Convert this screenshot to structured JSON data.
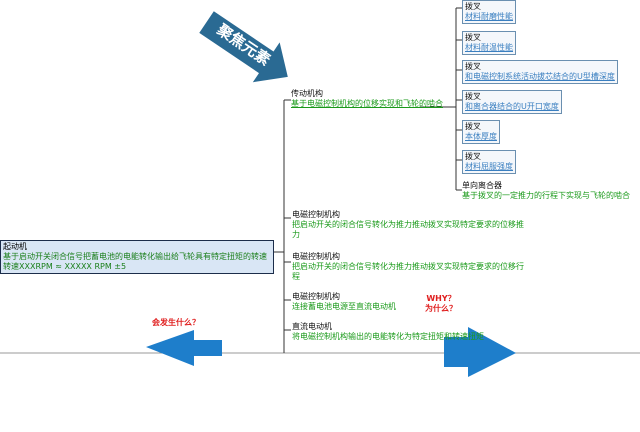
{
  "colors": {
    "arrow_blue": "#1e7ecb",
    "focus_arrow": "#2a6a93",
    "desc_green": "#1a9a1a",
    "link_blue": "#3a7fc0",
    "question_red": "#e02020"
  },
  "focus_label": "聚焦元素",
  "root": {
    "title": "起动机",
    "desc": "基于启动开关闭合信号把蓄电池的电能转化输出给飞轮具有特定扭矩的转速",
    "spec": "转速XXXRPM ≈ XXXXX RPM ±5"
  },
  "transmission": {
    "title": "传动机构",
    "desc": "基于电磁控制机构的位移实现和飞轮的啮合"
  },
  "fork_items": [
    {
      "title": "拨叉",
      "desc": "材料耐磨性能"
    },
    {
      "title": "拨叉",
      "desc": "材料耐温性能"
    },
    {
      "title": "拨叉",
      "desc": "和电磁控制系统活动拔芯结合的U型槽深度"
    },
    {
      "title": "拨叉",
      "desc": "和离合器结合的U开口宽度"
    },
    {
      "title": "拨叉",
      "desc": "本体厚度"
    },
    {
      "title": "拨叉",
      "desc": "材料屈服强度"
    }
  ],
  "clutch": {
    "title": "单向离合器",
    "desc": "基于拨叉的一定推力的行程下实现与飞轮的啮合"
  },
  "control_items": [
    {
      "title": "电磁控制机构",
      "desc": "把启动开关的闭合信号转化为推力推动拨叉实现特定要求的位移推力"
    },
    {
      "title": "电磁控制机构",
      "desc": "把启动开关的闭合信号转化为推力推动拨叉实现特定要求的位移行程"
    },
    {
      "title": "电磁控制机构",
      "desc": "连接蓄电池电源至直流电动机"
    }
  ],
  "motor": {
    "title": "直流电动机",
    "desc": "将电磁控制机构输出的电能转化为特定扭矩和转速扭矩"
  },
  "questions": {
    "left": "会发生什么？",
    "right_line1": "WHY？",
    "right_line2": "为什么？"
  }
}
